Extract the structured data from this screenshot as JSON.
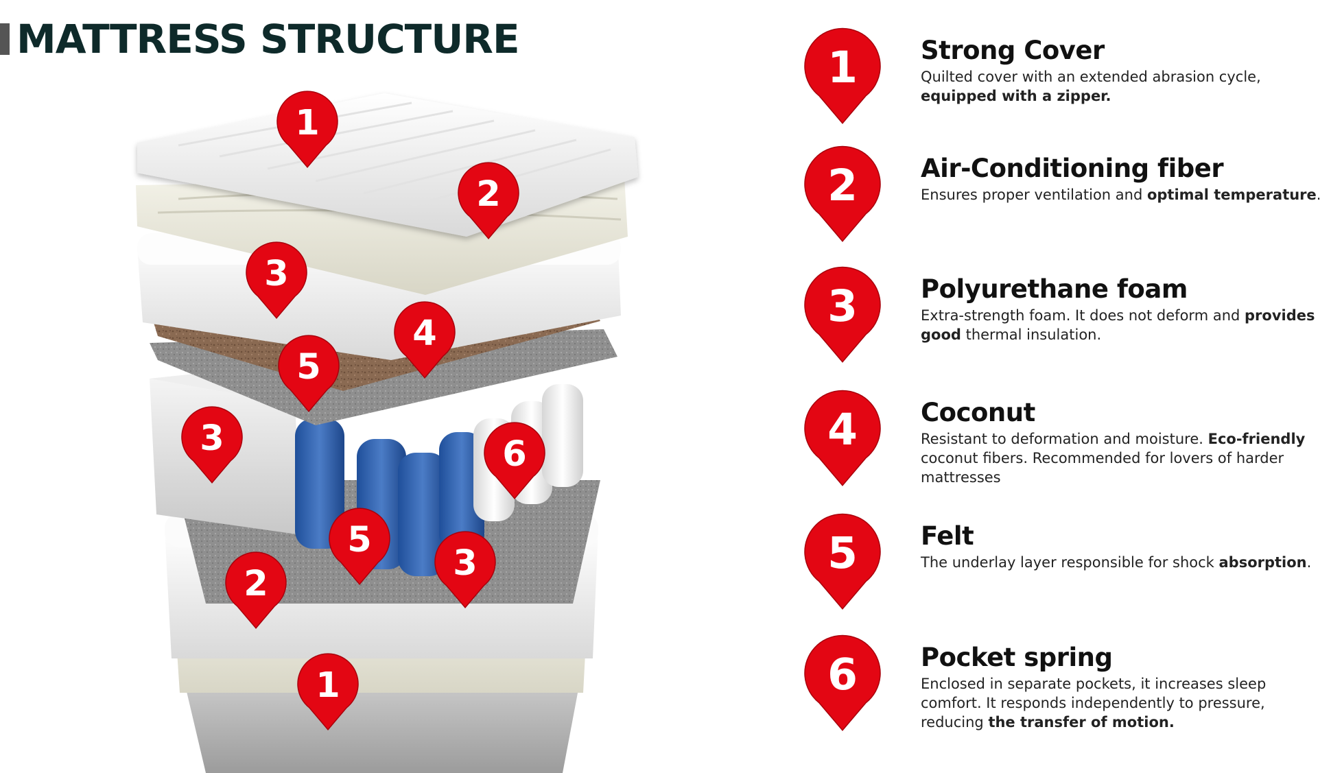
{
  "page": {
    "title": "MATTRESS STRUCTURE"
  },
  "colors": {
    "title": "#0e2a2a",
    "title_bar": "#555555",
    "marker_red": "#e30613",
    "marker_red_dark": "#a8000b",
    "marker_number": "#ffffff",
    "coconut": "#8a6a52",
    "felt": "#8c8c8c",
    "spring_blue": "#2e5ea8"
  },
  "diagram": {
    "markers": [
      "1",
      "2",
      "3",
      "4",
      "5",
      "3",
      "6",
      "5",
      "3",
      "2",
      "1"
    ]
  },
  "features": [
    {
      "number": "1",
      "title": "Strong Cover",
      "desc": [
        {
          "t": "Quilted cover with an extended abrasion cycle, "
        },
        {
          "t": "equipped with a zipper.",
          "b": true
        }
      ]
    },
    {
      "number": "2",
      "title": "Air-Conditioning fiber",
      "desc": [
        {
          "t": "Ensures proper ventilation and "
        },
        {
          "t": "optimal temperature",
          "b": true
        },
        {
          "t": "."
        }
      ]
    },
    {
      "number": "3",
      "title": "Polyurethane foam",
      "desc": [
        {
          "t": "Extra-strength foam. It does not deform and "
        },
        {
          "t": "provides good",
          "b": true
        },
        {
          "t": " thermal insulation."
        }
      ]
    },
    {
      "number": "4",
      "title": "Coconut",
      "desc": [
        {
          "t": "Resistant to deformation and moisture. "
        },
        {
          "t": "Eco-friendly",
          "b": true
        },
        {
          "t": " coconut fibers. Recommended for lovers of harder mattresses"
        }
      ]
    },
    {
      "number": "5",
      "title": "Felt",
      "desc": [
        {
          "t": "The underlay layer responsible for shock "
        },
        {
          "t": "absorption",
          "b": true
        },
        {
          "t": "."
        }
      ]
    },
    {
      "number": "6",
      "title": "Pocket spring",
      "desc": [
        {
          "t": "Enclosed in separate pockets, it increases sleep comfort. It responds independently to pressure, reducing "
        },
        {
          "t": "the transfer of motion.",
          "b": true
        }
      ]
    }
  ]
}
